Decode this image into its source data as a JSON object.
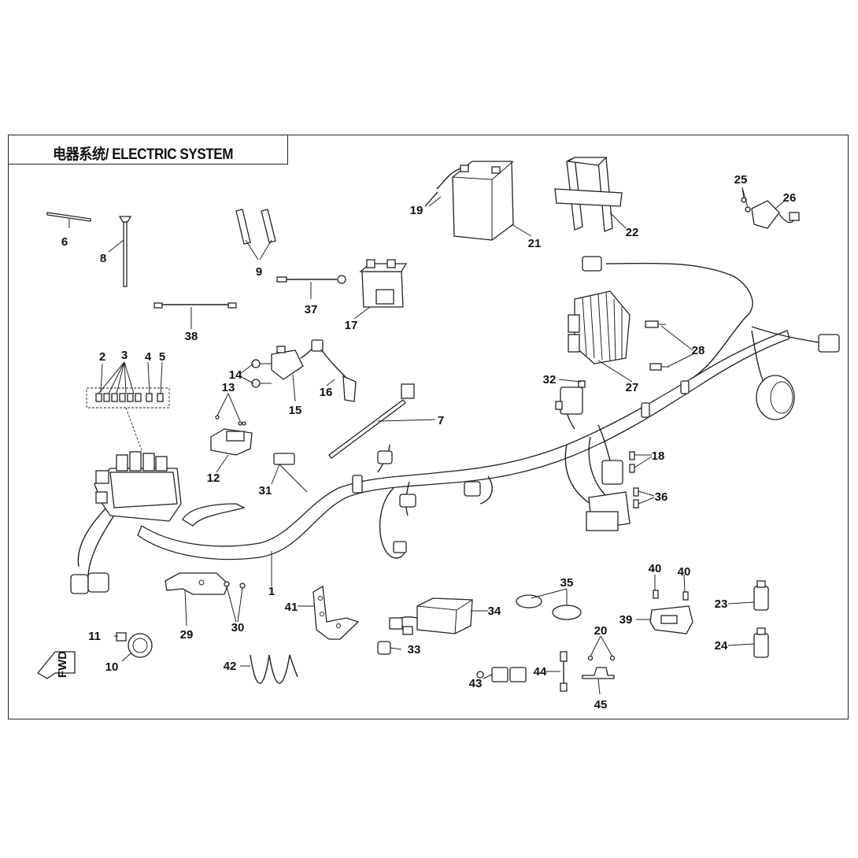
{
  "title": "电器系统/ ELECTRIC SYSTEM",
  "callouts": {
    "c1": "1",
    "c2": "2",
    "c3": "3",
    "c4": "4",
    "c5": "5",
    "c6": "6",
    "c7": "7",
    "c8": "8",
    "c9": "9",
    "c10": "10",
    "c11": "11",
    "c12": "12",
    "c13": "13",
    "c14": "14",
    "c15": "15",
    "c16": "16",
    "c17": "17",
    "c18": "18",
    "c19": "19",
    "c20": "20",
    "c21": "21",
    "c22": "22",
    "c23": "23",
    "c24": "24",
    "c25": "25",
    "c26": "26",
    "c27": "27",
    "c28": "28",
    "c29": "29",
    "c30": "30",
    "c31": "31",
    "c32": "32",
    "c33": "33",
    "c34": "34",
    "c35": "35",
    "c36": "36",
    "c37": "37",
    "c38": "38",
    "c39": "39",
    "c40a": "40",
    "c40b": "40",
    "c41": "41",
    "c42": "42",
    "c43": "43",
    "c44": "44",
    "c45": "45"
  },
  "fwd_label": "FWD"
}
